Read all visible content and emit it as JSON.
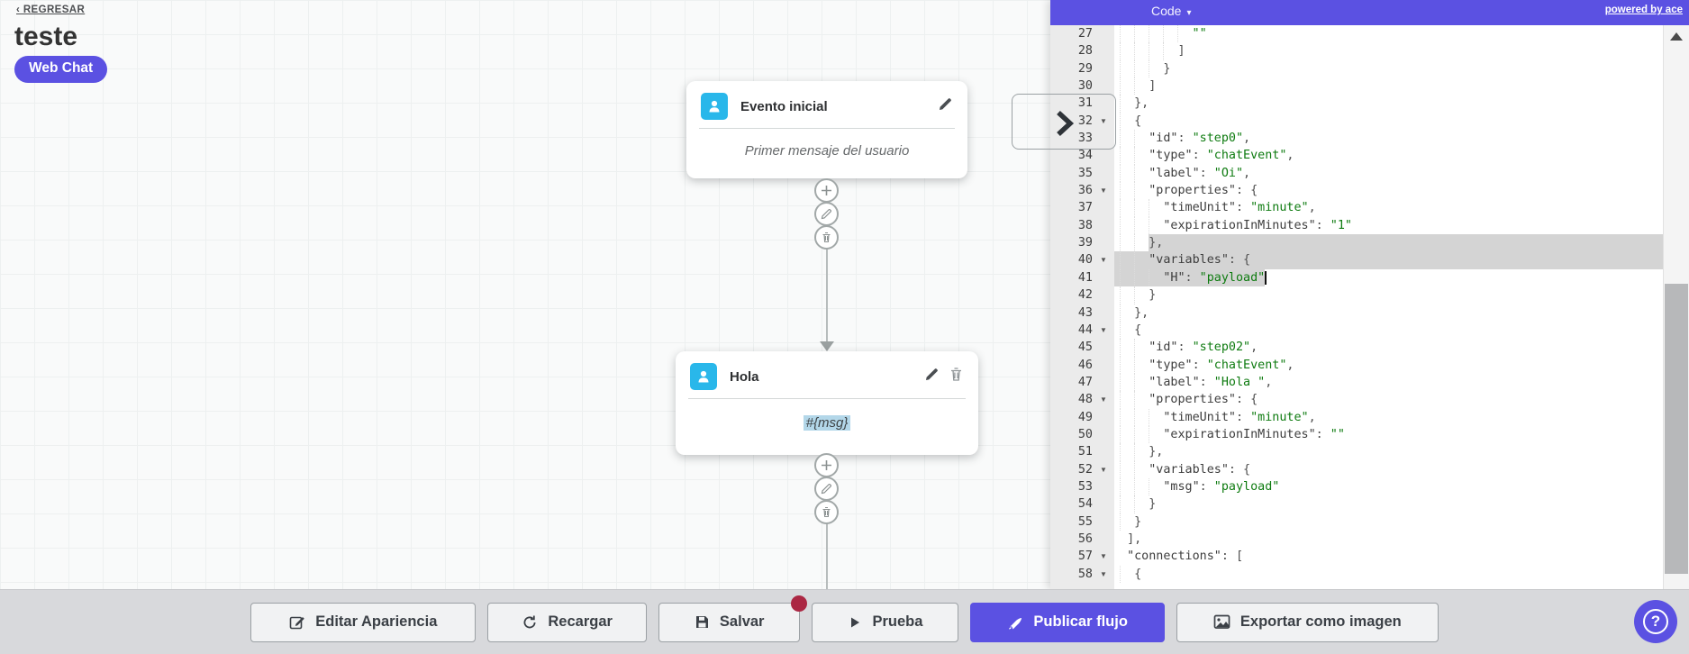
{
  "app": {
    "accent_color": "#5b51e2",
    "node_icon_color": "#29b7ea",
    "unsaved_dot_color": "#ab2743",
    "selection_color": "#d4d4d4",
    "msg_highlight_color": "#b3d7e9"
  },
  "header": {
    "back_label": "‹ REGRESAR",
    "title": "teste",
    "channel_badge": "Web Chat"
  },
  "canvas": {
    "nodes": [
      {
        "title": "Evento inicial",
        "body": "Primer mensaje del usuario"
      },
      {
        "title": "Hola",
        "body": "#{msg}"
      }
    ],
    "connector_icons": [
      "plus-icon",
      "pencil-icon",
      "trash-icon"
    ]
  },
  "code_panel": {
    "mode_label": "Code",
    "mode_caret": "▾",
    "powered_by": "powered by ace",
    "colors": {
      "key": "#3d3d3d",
      "string": "#0e7b10",
      "punctuation": "#4f4f4f"
    },
    "lines": [
      {
        "n": 27,
        "i": 10,
        "t": [
          [
            "s",
            "\"\""
          ]
        ]
      },
      {
        "n": 28,
        "i": 8,
        "t": [
          [
            "p",
            "]"
          ]
        ]
      },
      {
        "n": 29,
        "i": 6,
        "t": [
          [
            "p",
            "}"
          ]
        ]
      },
      {
        "n": 30,
        "i": 4,
        "t": [
          [
            "p",
            "]"
          ]
        ]
      },
      {
        "n": 31,
        "i": 2,
        "t": [
          [
            "p",
            "},"
          ]
        ]
      },
      {
        "n": 32,
        "i": 2,
        "fold": true,
        "t": [
          [
            "p",
            "{"
          ]
        ]
      },
      {
        "n": 33,
        "i": 4,
        "t": [
          [
            "k",
            "\"id\""
          ],
          [
            "p",
            ": "
          ],
          [
            "s",
            "\"step0\""
          ],
          [
            "p",
            ","
          ]
        ]
      },
      {
        "n": 34,
        "i": 4,
        "t": [
          [
            "k",
            "\"type\""
          ],
          [
            "p",
            ": "
          ],
          [
            "s",
            "\"chatEvent\""
          ],
          [
            "p",
            ","
          ]
        ]
      },
      {
        "n": 35,
        "i": 4,
        "t": [
          [
            "k",
            "\"label\""
          ],
          [
            "p",
            ": "
          ],
          [
            "s",
            "\"Oi\""
          ],
          [
            "p",
            ","
          ]
        ]
      },
      {
        "n": 36,
        "i": 4,
        "fold": true,
        "t": [
          [
            "k",
            "\"properties\""
          ],
          [
            "p",
            ": {"
          ]
        ]
      },
      {
        "n": 37,
        "i": 6,
        "t": [
          [
            "k",
            "\"timeUnit\""
          ],
          [
            "p",
            ": "
          ],
          [
            "s",
            "\"minute\""
          ],
          [
            "p",
            ","
          ]
        ]
      },
      {
        "n": 38,
        "i": 6,
        "t": [
          [
            "k",
            "\"expirationInMinutes\""
          ],
          [
            "p",
            ": "
          ],
          [
            "s",
            "\"1\""
          ]
        ]
      },
      {
        "n": 39,
        "i": 4,
        "t": [
          [
            "p",
            "},"
          ]
        ],
        "sel": {
          "from": 4,
          "eol": true
        }
      },
      {
        "n": 40,
        "i": 4,
        "fold": true,
        "t": [
          [
            "k",
            "\"variables\""
          ],
          [
            "p",
            ": {"
          ]
        ],
        "sel": {
          "from": 0,
          "eol": true
        }
      },
      {
        "n": 41,
        "i": 6,
        "t": [
          [
            "k",
            "\"H\""
          ],
          [
            "p",
            ": "
          ],
          [
            "s",
            "\"payload\""
          ]
        ],
        "sel": {
          "from": 0,
          "to": 20
        },
        "caret": 20
      },
      {
        "n": 42,
        "i": 4,
        "t": [
          [
            "p",
            "}"
          ]
        ]
      },
      {
        "n": 43,
        "i": 2,
        "t": [
          [
            "p",
            "},"
          ]
        ]
      },
      {
        "n": 44,
        "i": 2,
        "fold": true,
        "t": [
          [
            "p",
            "{"
          ]
        ]
      },
      {
        "n": 45,
        "i": 4,
        "t": [
          [
            "k",
            "\"id\""
          ],
          [
            "p",
            ": "
          ],
          [
            "s",
            "\"step02\""
          ],
          [
            "p",
            ","
          ]
        ]
      },
      {
        "n": 46,
        "i": 4,
        "t": [
          [
            "k",
            "\"type\""
          ],
          [
            "p",
            ": "
          ],
          [
            "s",
            "\"chatEvent\""
          ],
          [
            "p",
            ","
          ]
        ]
      },
      {
        "n": 47,
        "i": 4,
        "t": [
          [
            "k",
            "\"label\""
          ],
          [
            "p",
            ": "
          ],
          [
            "s",
            "\"Hola \""
          ],
          [
            "p",
            ","
          ]
        ]
      },
      {
        "n": 48,
        "i": 4,
        "fold": true,
        "t": [
          [
            "k",
            "\"properties\""
          ],
          [
            "p",
            ": {"
          ]
        ]
      },
      {
        "n": 49,
        "i": 6,
        "t": [
          [
            "k",
            "\"timeUnit\""
          ],
          [
            "p",
            ": "
          ],
          [
            "s",
            "\"minute\""
          ],
          [
            "p",
            ","
          ]
        ]
      },
      {
        "n": 50,
        "i": 6,
        "t": [
          [
            "k",
            "\"expirationInMinutes\""
          ],
          [
            "p",
            ": "
          ],
          [
            "s",
            "\"\""
          ]
        ]
      },
      {
        "n": 51,
        "i": 4,
        "t": [
          [
            "p",
            "},"
          ]
        ]
      },
      {
        "n": 52,
        "i": 4,
        "fold": true,
        "t": [
          [
            "k",
            "\"variables\""
          ],
          [
            "p",
            ": {"
          ]
        ]
      },
      {
        "n": 53,
        "i": 6,
        "t": [
          [
            "k",
            "\"msg\""
          ],
          [
            "p",
            ": "
          ],
          [
            "s",
            "\"payload\""
          ]
        ]
      },
      {
        "n": 54,
        "i": 4,
        "t": [
          [
            "p",
            "}"
          ]
        ]
      },
      {
        "n": 55,
        "i": 2,
        "t": [
          [
            "p",
            "}"
          ]
        ]
      },
      {
        "n": 56,
        "i": 1,
        "t": [
          [
            "p",
            "],"
          ]
        ]
      },
      {
        "n": 57,
        "i": 1,
        "fold": true,
        "t": [
          [
            "k",
            "\"connections\""
          ],
          [
            "p",
            ": ["
          ]
        ]
      },
      {
        "n": 58,
        "i": 2,
        "fold": true,
        "t": [
          [
            "p",
            "{"
          ]
        ]
      }
    ]
  },
  "toolbar": {
    "buttons": [
      {
        "label": "Editar Apariencia",
        "icon": "edit-square-icon",
        "style": "default"
      },
      {
        "label": "Recargar",
        "icon": "refresh-icon",
        "style": "default"
      },
      {
        "label": "Salvar",
        "icon": "save-icon",
        "style": "default",
        "unsaved_badge": true
      },
      {
        "label": "Prueba",
        "icon": "play-icon",
        "style": "default"
      },
      {
        "label": "Publicar flujo",
        "icon": "rocket-icon",
        "style": "primary"
      },
      {
        "label": "Exportar como imagen",
        "icon": "image-icon",
        "style": "default"
      }
    ]
  },
  "help_button": {
    "label": "?"
  }
}
